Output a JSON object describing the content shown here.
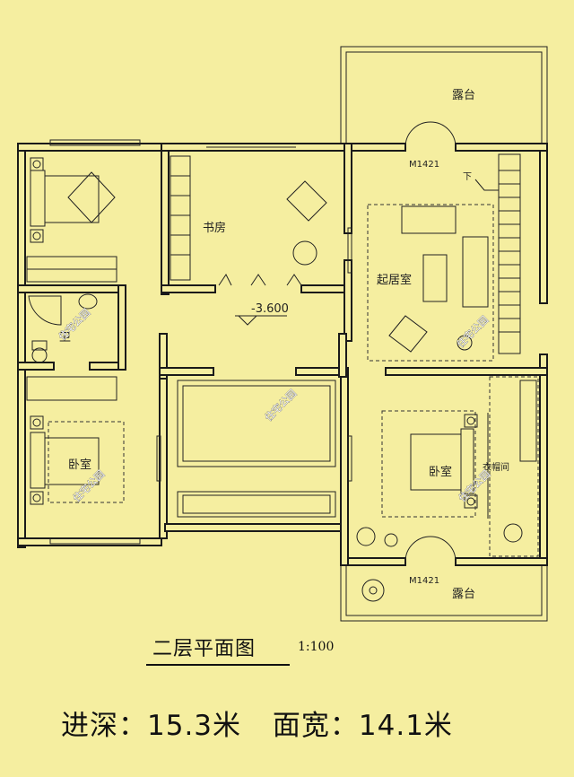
{
  "plan": {
    "title": "二层平面图",
    "scale": "1:100",
    "elevation": "-3.600",
    "rooms": {
      "terrace_top": "露台",
      "study": "书房",
      "living": "起居室",
      "bath": "卫",
      "bedroom_left": "卧室",
      "bedroom_right": "卧室",
      "closet": "衣帽间",
      "terrace_bottom": "露台"
    },
    "doors": {
      "top": "M1421",
      "bottom": "M1421"
    },
    "stair_direction": "下",
    "watermarks": [
      "住宅公园",
      "住宅公园",
      "住宅公园",
      "住宅公园",
      "住宅公园"
    ]
  },
  "dimensions": {
    "depth": "进深：15.3米",
    "width": "面宽：14.1米"
  },
  "colors": {
    "background": "#f5eea0",
    "line": "#1a1a1a"
  }
}
